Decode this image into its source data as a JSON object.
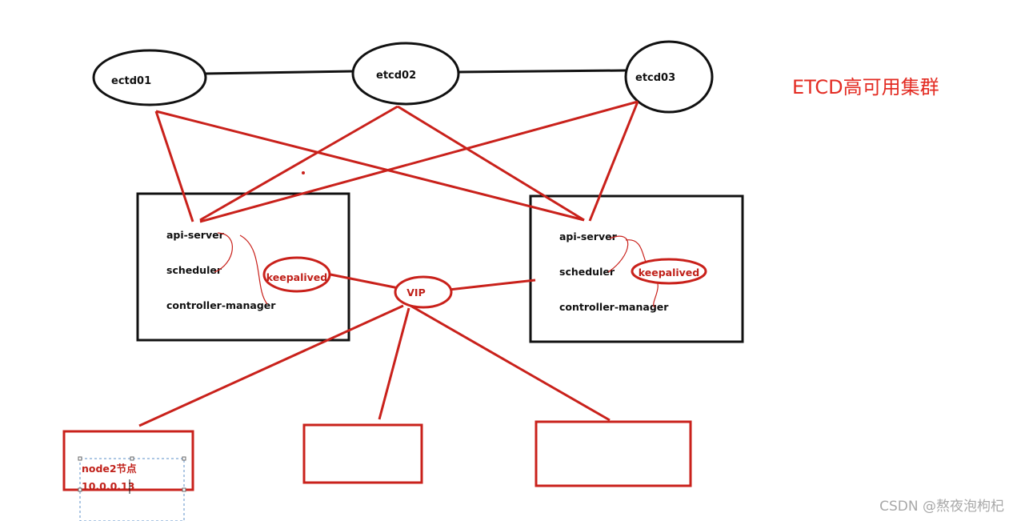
{
  "title": "ETCD高可用集群",
  "watermark": "CSDN @熬夜泡枸杞",
  "etcd_nodes": [
    "ectd01",
    "etcd02",
    "etcd03"
  ],
  "masters": [
    {
      "components": [
        "api-server",
        "scheduler",
        "controller-manager"
      ],
      "ha": "keepalived"
    },
    {
      "components": [
        "api-server",
        "scheduler",
        "controller-manager"
      ],
      "ha": "keepalived"
    }
  ],
  "vip": "VIP",
  "worker_nodes": [
    {
      "name": "node2节点",
      "ip": "10.0.0.13"
    },
    {
      "name": "",
      "ip": ""
    },
    {
      "name": "",
      "ip": ""
    }
  ],
  "colors": {
    "red": "#c9211b",
    "title_red": "#e32b22",
    "black": "#111111",
    "selection": "#5b8fc9"
  }
}
